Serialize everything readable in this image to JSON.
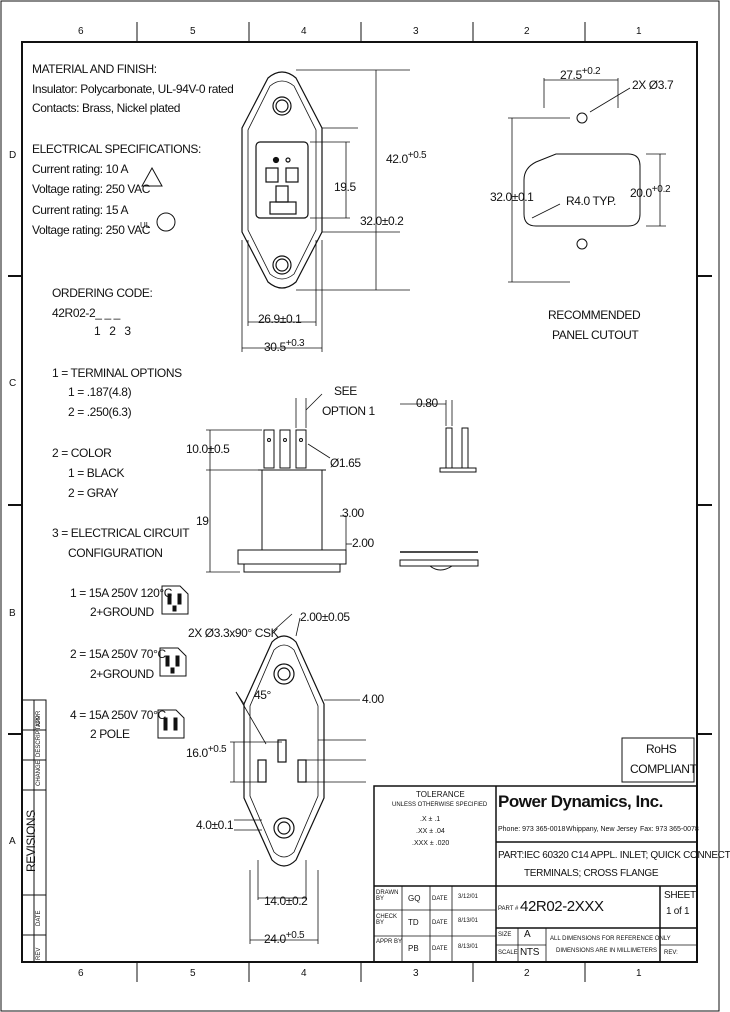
{
  "grid": {
    "top_numbers": [
      "6",
      "5",
      "4",
      "3",
      "2",
      "1"
    ],
    "bottom_numbers": [
      "6",
      "5",
      "4",
      "3",
      "2",
      "1"
    ],
    "left_letters": [
      "D",
      "C",
      "B",
      "A"
    ]
  },
  "material": {
    "heading": "MATERIAL AND FINISH:",
    "insulator": "Insulator: Polycarbonate, UL-94V-0 rated",
    "contacts": "Contacts: Brass, Nickel plated"
  },
  "electrical": {
    "heading": "ELECTRICAL SPECIFICATIONS:",
    "current1": "Current rating: 10 A",
    "voltage1": "Voltage rating: 250 VAC",
    "current2": "Current rating: 15 A",
    "voltage2": "Voltage rating: 250 VAC"
  },
  "ordering": {
    "heading": "ORDERING CODE:",
    "code": "42R02-2_ _ _",
    "positions": "1 2 3"
  },
  "options": {
    "terminal_heading": "1 = TERMINAL OPTIONS",
    "terminal_1": "1 = .187(4.8)",
    "terminal_2": "2 = .250(6.3)",
    "color_heading": "2 = COLOR",
    "color_1": "1 = BLACK",
    "color_2": "2 = GRAY",
    "circuit_heading": "3 = ELECTRICAL CIRCUIT",
    "circuit_heading2": "CONFIGURATION",
    "circuit_1a": "1 = 15A 250V 120°C",
    "circuit_1b": "2+GROUND",
    "circuit_2a": "2 = 15A 250V 70°C",
    "circuit_2b": "2+GROUND",
    "circuit_4a": "4 = 15A 250V 70°C",
    "circuit_4b": "2 POLE"
  },
  "dims": {
    "top_height": "42.0",
    "top_height_tol": "+0.5",
    "top_inner": "19.5",
    "top_body": "32.0±0.2",
    "top_width_inner": "26.9±0.1",
    "top_width_outer": "30.5",
    "top_width_outer_tol": "+0.3",
    "panel_pitch": "27.5",
    "panel_pitch_tol": "+0.2",
    "panel_holes": "2X Ø3.7",
    "panel_height": "32.0±0.1",
    "panel_radius": "R4.0 TYP.",
    "panel_inner": "20.0",
    "panel_inner_tol": "+0.2",
    "panel_caption1": "RECOMMENDED",
    "panel_caption2": "PANEL CUTOUT",
    "side_see1": "SEE",
    "side_see2": "OPTION 1",
    "side_terminal": "10.0±0.5",
    "side_hole": "Ø1.65",
    "side_depth": "19",
    "side_300": "3.00",
    "side_200": "2.00",
    "side_080": "0.80",
    "bot_csk": "2X Ø3.3x90° CSK",
    "bot_200": "2.00±0.05",
    "bot_angle": "45°",
    "bot_400": "4.00",
    "bot_160": "16.0",
    "bot_160_tol": "+0.5",
    "bot_40": "4.0±0.1",
    "bot_140": "14.0±0.2",
    "bot_240": "24.0",
    "bot_240_tol": "+0.5"
  },
  "rohs": {
    "line1": "RoHS",
    "line2": "COMPLIANT"
  },
  "revisions": {
    "title": "REVISIONS",
    "rev": "REV",
    "date": "DATE",
    "change": "CHANGE",
    "description": "DESCRIPTION",
    "appr": "APPR"
  },
  "tolerance": {
    "title": "TOLERANCE",
    "subtitle": "UNLESS OTHERWISE SPECIFIED",
    "x": ".X ± .1",
    "xx": ".XX ± .04",
    "xxx": ".XXX ± .020"
  },
  "titleblock": {
    "company": "Power Dynamics, Inc.",
    "phone": "Phone: 973 365-0018",
    "city": "Whippany, New Jersey",
    "fax": "Fax: 973 365-0078",
    "part_label": "PART:",
    "part_line1": "IEC 60320 C14 APPL. INLET; QUICK CONNECT",
    "part_line2": "TERMINALS; CROSS FLANGE",
    "drawn_label": "DRAWN BY",
    "drawn_by": "GQ",
    "drawn_date": "3/12/01",
    "check_label": "CHECK BY",
    "check_by": "TD",
    "check_date": "8/13/01",
    "appr_label": "APPR BY",
    "appr_by": "PB",
    "appr_date": "8/13/01",
    "date_label": "DATE",
    "part_no_label": "PART #",
    "part_no": "42R02-2XXX",
    "sheet_label": "SHEET",
    "sheet": "1 of 1",
    "size_label": "SIZE",
    "size": "A",
    "scale_label": "SCALE",
    "scale": "NTS",
    "note1": "ALL DIMENSIONS FOR REFERENCE ONLY",
    "note2": "DIMENSIONS ARE IN MILLIMETERS",
    "rev_label": "REV:"
  }
}
